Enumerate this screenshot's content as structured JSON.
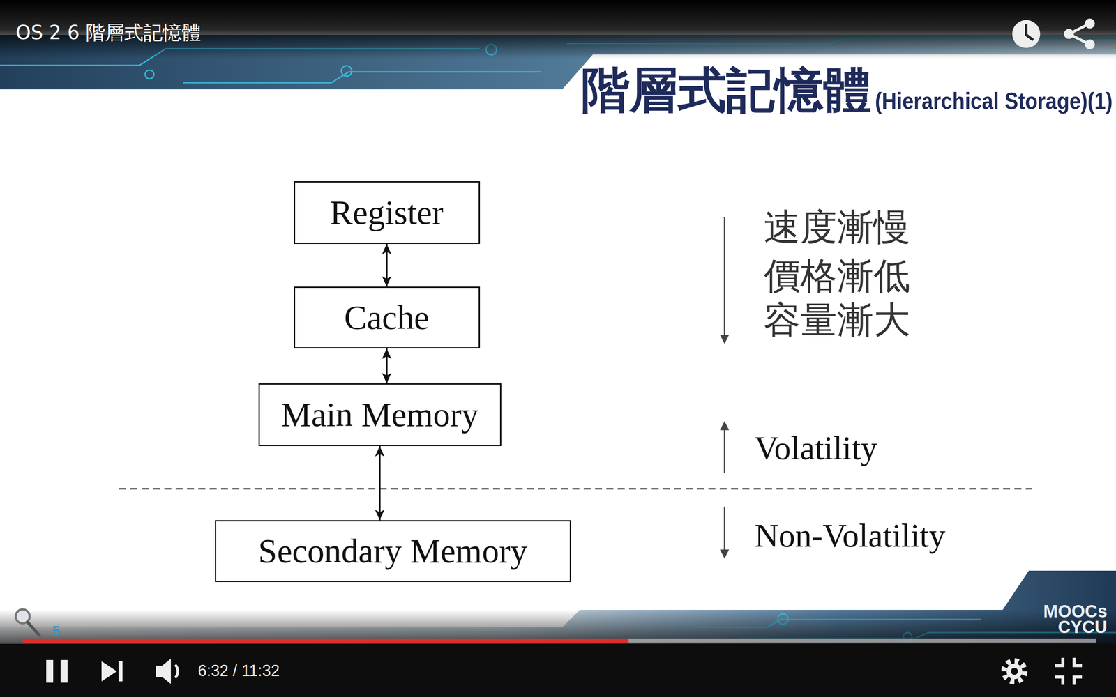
{
  "diagram": {
    "title": "階層式記憶體",
    "nodes": [
      {
        "text": [
          "Register"
        ]
      },
      {
        "text": [
          "Cache"
        ]
      },
      {
        "text": [
          "Main Memory"
        ]
      },
      {
        "text": [
          "Secondary Memory"
        ]
      }
    ],
    "edges": [
      {
        "from": 0,
        "to": 1,
        "arrow": "both"
      },
      {
        "from": 1,
        "to": 2,
        "arrow": "both"
      },
      {
        "from": 2,
        "to": 3,
        "arrow": "both"
      }
    ],
    "labels": [
      "OS 2 6 階層式記憶體",
      "(Hierarchical Storage)(1)",
      "速度漸慢",
      "價格漸低",
      "容量漸大",
      "Volatility",
      "Non-Volatility",
      "5",
      "MOOCs CYCU",
      "6:32 / 11:32"
    ]
  }
}
